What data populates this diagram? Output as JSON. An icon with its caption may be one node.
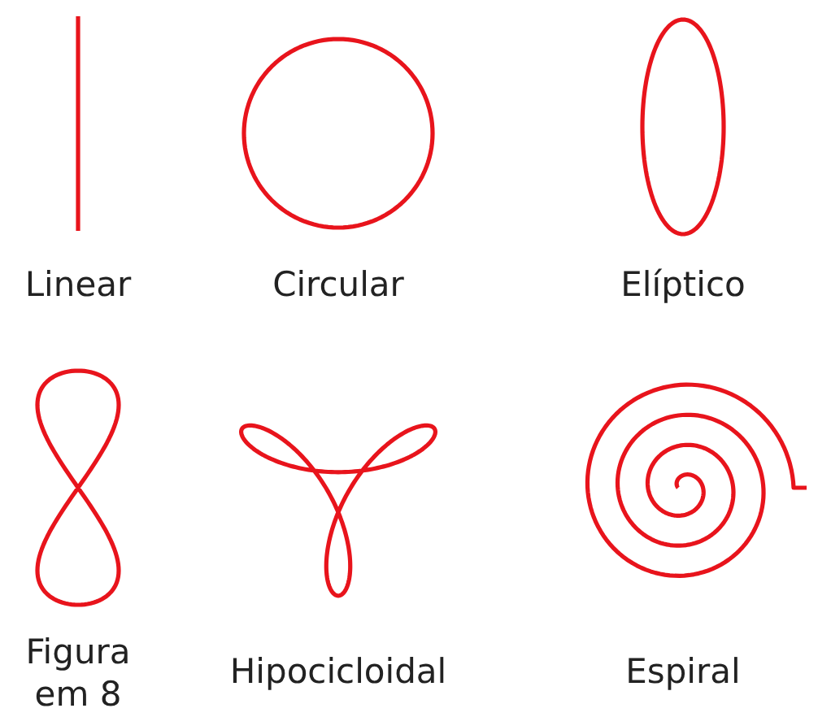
{
  "diagram": {
    "labels": [
      "Linear",
      "Circular",
      "Elíptico",
      "Figura em 8",
      "Hipocicloidal",
      "Espiral"
    ]
  }
}
